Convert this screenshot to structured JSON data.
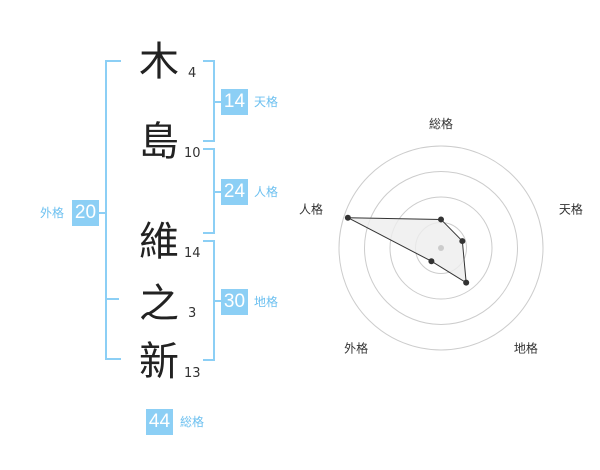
{
  "name": {
    "characters": [
      {
        "char": "木",
        "strokes": "4"
      },
      {
        "char": "島",
        "strokes": "10"
      },
      {
        "char": "維",
        "strokes": "14"
      },
      {
        "char": "之",
        "strokes": "3"
      },
      {
        "char": "新",
        "strokes": "13"
      }
    ]
  },
  "scores": {
    "tenkaku": {
      "value": "14",
      "label": "天格"
    },
    "jinkaku": {
      "value": "24",
      "label": "人格"
    },
    "chikaku": {
      "value": "30",
      "label": "地格"
    },
    "gaikaku": {
      "value": "20",
      "label": "外格"
    },
    "soukaku": {
      "value": "44",
      "label": "総格"
    }
  },
  "chart_data": {
    "type": "radar",
    "axes": [
      "総格",
      "天格",
      "地格",
      "外格",
      "人格"
    ],
    "values": [
      0.28,
      0.22,
      0.42,
      0.16,
      0.96
    ],
    "rings": 4,
    "colors": {
      "bracket": "#8ccff5",
      "ring": "#cccccc",
      "fill": "#eeeeee",
      "line": "#333333"
    }
  }
}
